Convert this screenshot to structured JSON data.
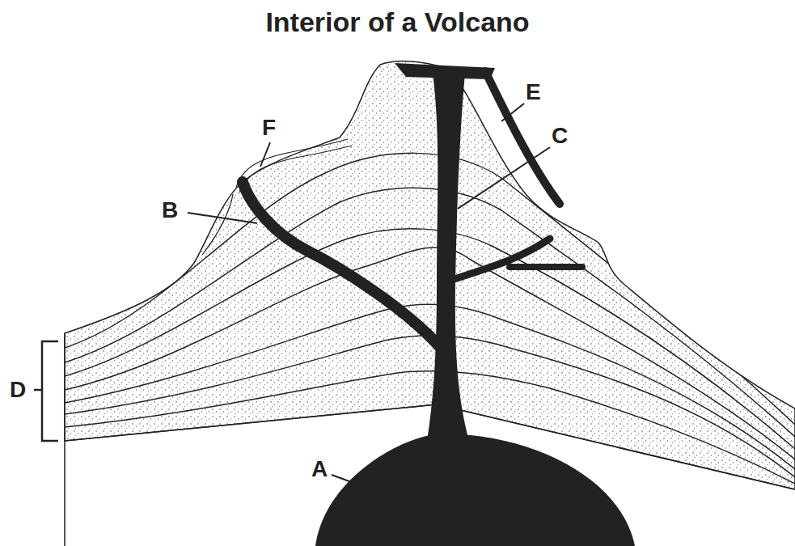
{
  "diagram": {
    "title": "Interior of a Volcano",
    "labels": [
      "F",
      "E",
      "C",
      "B",
      "D",
      "A"
    ]
  }
}
